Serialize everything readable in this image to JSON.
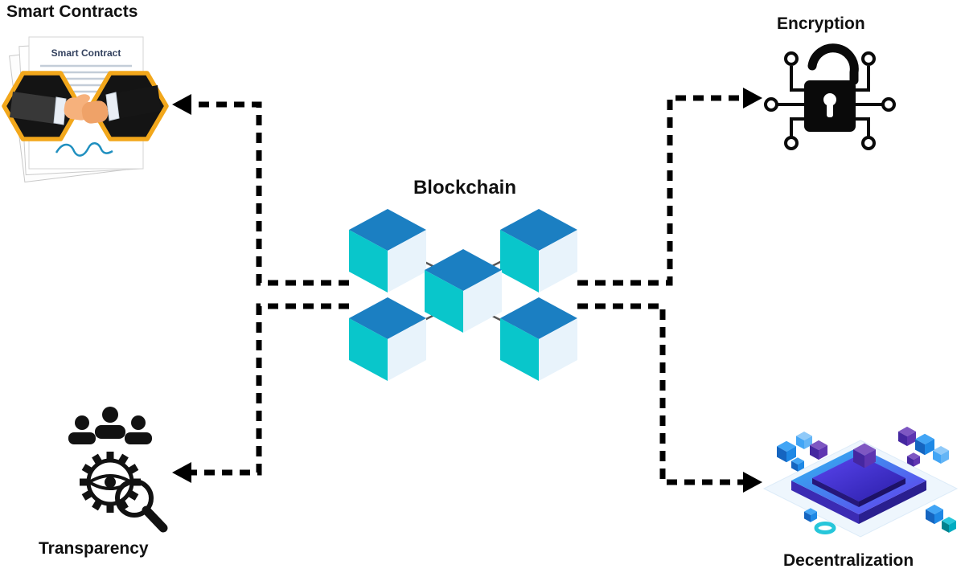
{
  "center": {
    "label": "Blockchain"
  },
  "nodes": {
    "smart_contracts": {
      "label": "Smart Contracts",
      "position": "top-left"
    },
    "encryption": {
      "label": "Encryption",
      "position": "top-right"
    },
    "transparency": {
      "label": "Transparency",
      "position": "bottom-left"
    },
    "decentralization": {
      "label": "Decentralization",
      "position": "bottom-right"
    }
  },
  "document": {
    "title": "Smart Contract"
  },
  "edges": [
    {
      "from": "Blockchain",
      "to": "Smart Contracts",
      "style": "dashed-arrow"
    },
    {
      "from": "Blockchain",
      "to": "Encryption",
      "style": "dashed-arrow"
    },
    {
      "from": "Blockchain",
      "to": "Transparency",
      "style": "dashed-arrow"
    },
    {
      "from": "Blockchain",
      "to": "Decentralization",
      "style": "dashed-arrow"
    }
  ],
  "icons": {
    "smart_contracts": "handshake-contract-icon",
    "encryption": "padlock-circuit-icon",
    "transparency": "people-gear-eye-magnifier-icon",
    "decentralization": "isometric-chip-cubes-icon",
    "center": "blockchain-cubes-icon"
  },
  "colors": {
    "cube_top": "#1b7fc2",
    "cube_left": "#09c6cb",
    "cube_right": "#e8f3fb",
    "arrow": "#000000",
    "hexagon_border": "#f2a71b",
    "chip_gradient_start": "#2bc0f0",
    "chip_gradient_end": "#6633ee",
    "signature": "#1f8fbf"
  }
}
